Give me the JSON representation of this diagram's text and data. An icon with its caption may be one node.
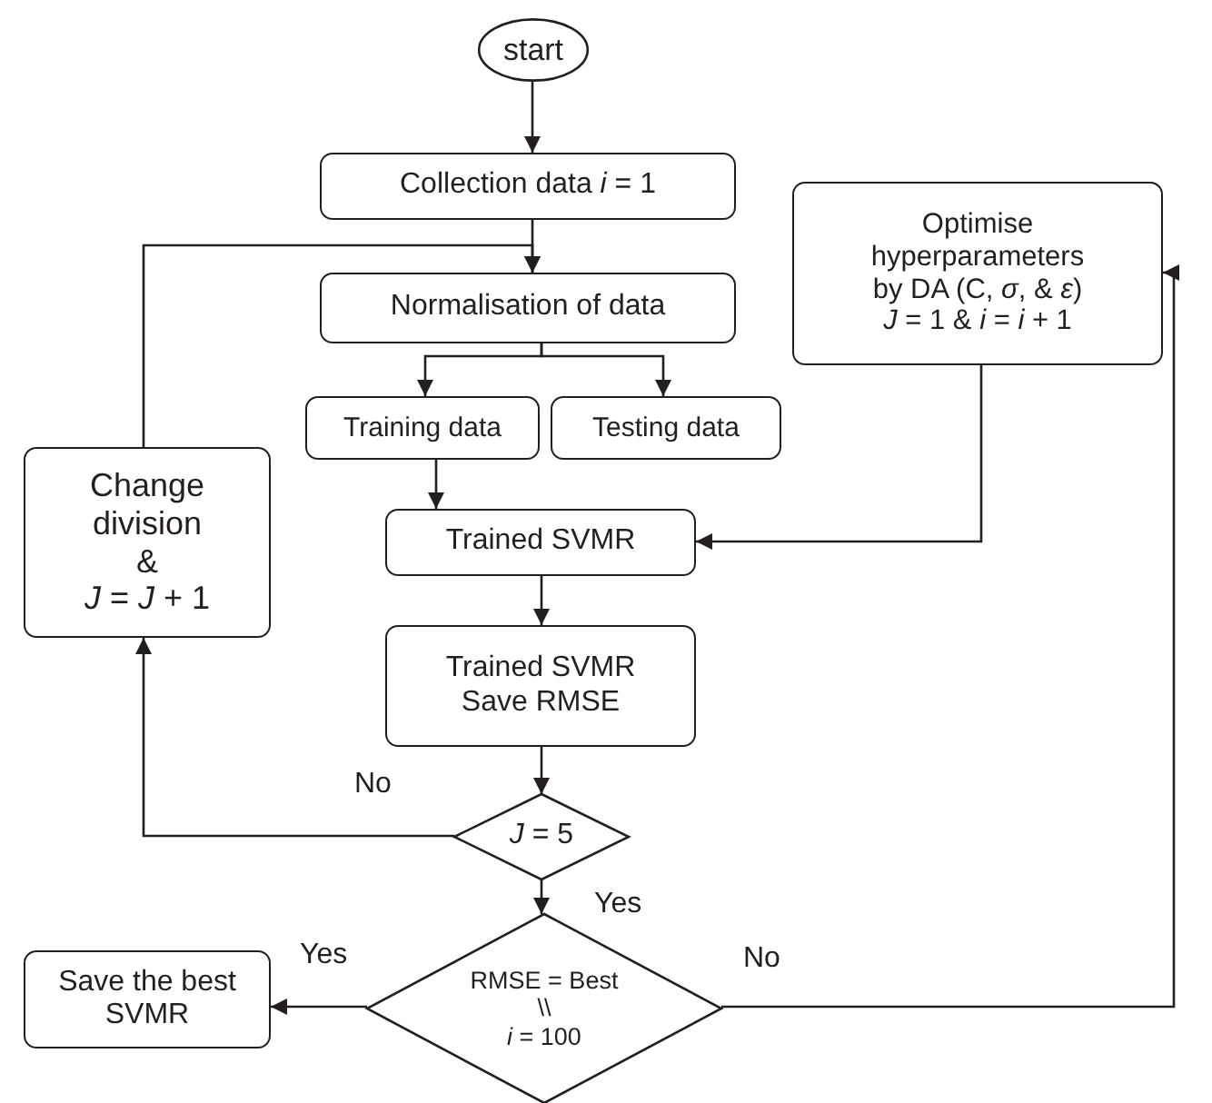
{
  "diagram": {
    "nodes": [
      {
        "text": [
          "start"
        ]
      },
      {
        "text": [
          "Collection data *i* = 1"
        ]
      },
      {
        "text": [
          "Normalisation of data"
        ]
      },
      {
        "text": [
          "Training data"
        ]
      },
      {
        "text": [
          "Testing data"
        ]
      },
      {
        "text": [
          "Optimise hyperparameters by DA (C, *σ*, & *ε*) *J* = 1 & *i* = *i* + 1"
        ]
      },
      {
        "text": [
          "Trained SVMR"
        ]
      },
      {
        "text": [
          "Trained SVMR Save RMSE"
        ]
      },
      {
        "text": [
          "*J* = 5"
        ]
      },
      {
        "text": [
          "Change division",
          "&",
          "*J* = *J* + 1"
        ]
      },
      {
        "text": [
          "RMSE = Best",
          "\\\\",
          "*i* = 100"
        ]
      },
      {
        "text": [
          "Save the best SVMR"
        ]
      }
    ],
    "edges": [
      {
        "from": 0,
        "to": 1,
        "arrow": "to"
      },
      {
        "from": 1,
        "to": 2,
        "arrow": "to"
      },
      {
        "from": 2,
        "to": 3,
        "arrow": "to"
      },
      {
        "from": 2,
        "to": 4,
        "arrow": "to"
      },
      {
        "from": 3,
        "to": 6,
        "arrow": "to"
      },
      {
        "from": 5,
        "to": 6,
        "arrow": "to"
      },
      {
        "from": 6,
        "to": 7,
        "arrow": "to"
      },
      {
        "from": 7,
        "to": 8,
        "arrow": "to"
      },
      {
        "from": 8,
        "to": 9,
        "arrow": "to",
        "label": "No"
      },
      {
        "from": 9,
        "to": 2,
        "arrow": "to"
      },
      {
        "from": 8,
        "to": 10,
        "arrow": "to",
        "label": "Yes"
      },
      {
        "from": 10,
        "to": 11,
        "arrow": "to",
        "label": "Yes"
      },
      {
        "from": 10,
        "to": 5,
        "arrow": "to",
        "label": "No"
      }
    ]
  }
}
